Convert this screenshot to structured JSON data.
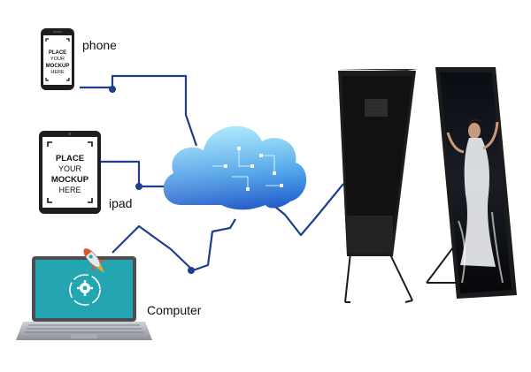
{
  "devices": {
    "phone": {
      "label": "phone",
      "screen_lines": [
        "PLACE",
        "YOUR",
        "MOCKUP",
        "HERE"
      ]
    },
    "ipad": {
      "label": "ipad",
      "screen_lines": [
        "PLACE",
        "YOUR",
        "MOCKUP",
        "HERE"
      ]
    },
    "computer": {
      "label": "Computer"
    }
  },
  "colors": {
    "connector": "#1f3c8f",
    "cloud_light": "#7fd3f5",
    "cloud_dark": "#1a5fd0",
    "display_frame": "#1b1b1b"
  }
}
